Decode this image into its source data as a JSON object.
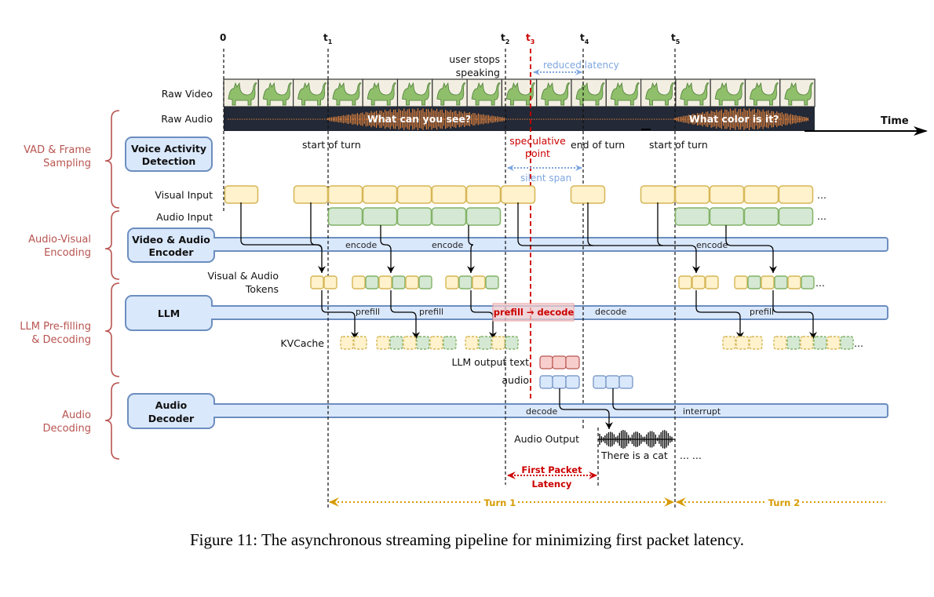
{
  "time_markers": [
    {
      "id": "t0",
      "label": "0",
      "sub": "",
      "color": "#111111"
    },
    {
      "id": "t1",
      "label": "t",
      "sub": "1",
      "color": "#111111"
    },
    {
      "id": "t2",
      "label": "t",
      "sub": "2",
      "color": "#111111"
    },
    {
      "id": "t3",
      "label": "t",
      "sub": "3",
      "color": "#cc0000"
    },
    {
      "id": "t4",
      "label": "t",
      "sub": "4",
      "color": "#111111"
    },
    {
      "id": "t5",
      "label": "t",
      "sub": "5",
      "color": "#111111"
    }
  ],
  "axis": {
    "label": "Time"
  },
  "groups": [
    {
      "label_line1": "VAD & Frame",
      "label_line2": "Sampling"
    },
    {
      "label_line1": "Audio-Visual",
      "label_line2": "Encoding"
    },
    {
      "label_line1": "LLM Pre-filling",
      "label_line2": "& Decoding"
    },
    {
      "label_line1": "Audio",
      "label_line2": "Decoding"
    }
  ],
  "modules": {
    "vad": {
      "line1": "Voice Activity",
      "line2": "Detection"
    },
    "encoder": {
      "line1": "Video & Audio",
      "line2": "Encoder"
    },
    "llm": {
      "line1": "LLM"
    },
    "decoder": {
      "line1": "Audio",
      "line2": "Decoder"
    }
  },
  "row_labels": {
    "raw_video": "Raw Video",
    "raw_audio": "Raw Audio",
    "visual_input": "Visual Input",
    "audio_input": "Audio Input",
    "tokens_line1": "Visual & Audio",
    "tokens_line2": "Tokens",
    "kvcache": "KVCache",
    "llm_output_text": "LLM output text",
    "audio": "audio",
    "audio_output": "Audio Output"
  },
  "annotations": {
    "user_stops_line1": "user stops",
    "user_stops_line2": "speaking",
    "reduced_latency": "reduced latency",
    "start_of_turn_1": "start of turn",
    "speculative_line1": "speculative",
    "speculative_line2": "point",
    "end_of_turn": "end of turn",
    "start_of_turn_2": "start of turn",
    "silent_span": "silent span",
    "encode": "encode",
    "prefill": "prefill",
    "prefill_decode": "prefill → decode",
    "decode": "decode",
    "interrupt": "interrupt",
    "speech_text": "There is a cat",
    "ellipsis": "... ...",
    "more": "...",
    "first_packet_line1": "First Packet",
    "first_packet_line2": "Latency",
    "turn1": "Turn 1",
    "turn2": "Turn 2"
  },
  "audio_text": {
    "utterance1": "What can you see?",
    "utterance2": "What color is it?"
  },
  "colors": {
    "visual_fill": "#fff2cc",
    "visual_stroke": "#d6b656",
    "audio_fill": "#d5e8d4",
    "audio_stroke": "#82b366",
    "module_fill": "#dae8fc",
    "module_stroke": "#6c8ebf",
    "text_token_fill": "#f8cecc",
    "text_token_stroke": "#b85450",
    "group_color": "#b85450",
    "red": "#cc0000",
    "blue_note": "#7ea6e0",
    "gold": "#d79b00",
    "audio_bg": "#232936",
    "waveform": "#e0823d"
  },
  "caption": "Figure 11: The asynchronous streaming pipeline for minimizing first packet latency."
}
